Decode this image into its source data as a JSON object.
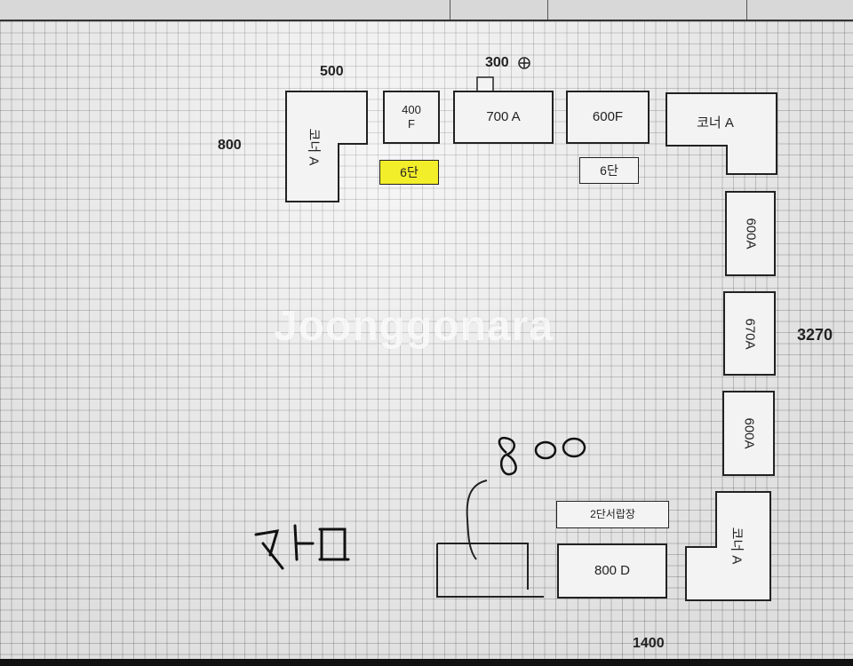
{
  "dimensions": {
    "top_width": "500",
    "left_height": "800",
    "top_gap": "300",
    "right_height": "3270",
    "bottom_width": "1400"
  },
  "modules": {
    "corner_a_left": "코너 A",
    "f400_line1": "400",
    "f400_line2": "F",
    "tier6_yellow": "6단",
    "a700": "700 A",
    "f600": "600F",
    "tier6": "6단",
    "corner_a_right": "코너 A",
    "a600_top": "600A",
    "a670": "670A",
    "a600_bottom": "600A",
    "drawer_2tier": "2단서랍장",
    "d800": "800 D",
    "corner_a_bottom": "코너 A"
  },
  "handwriting": {
    "left_note": "다고",
    "dim_800": "800"
  },
  "watermark": "Joonggonara",
  "colors": {
    "highlight": "#f3ee2a",
    "line": "#222222"
  }
}
